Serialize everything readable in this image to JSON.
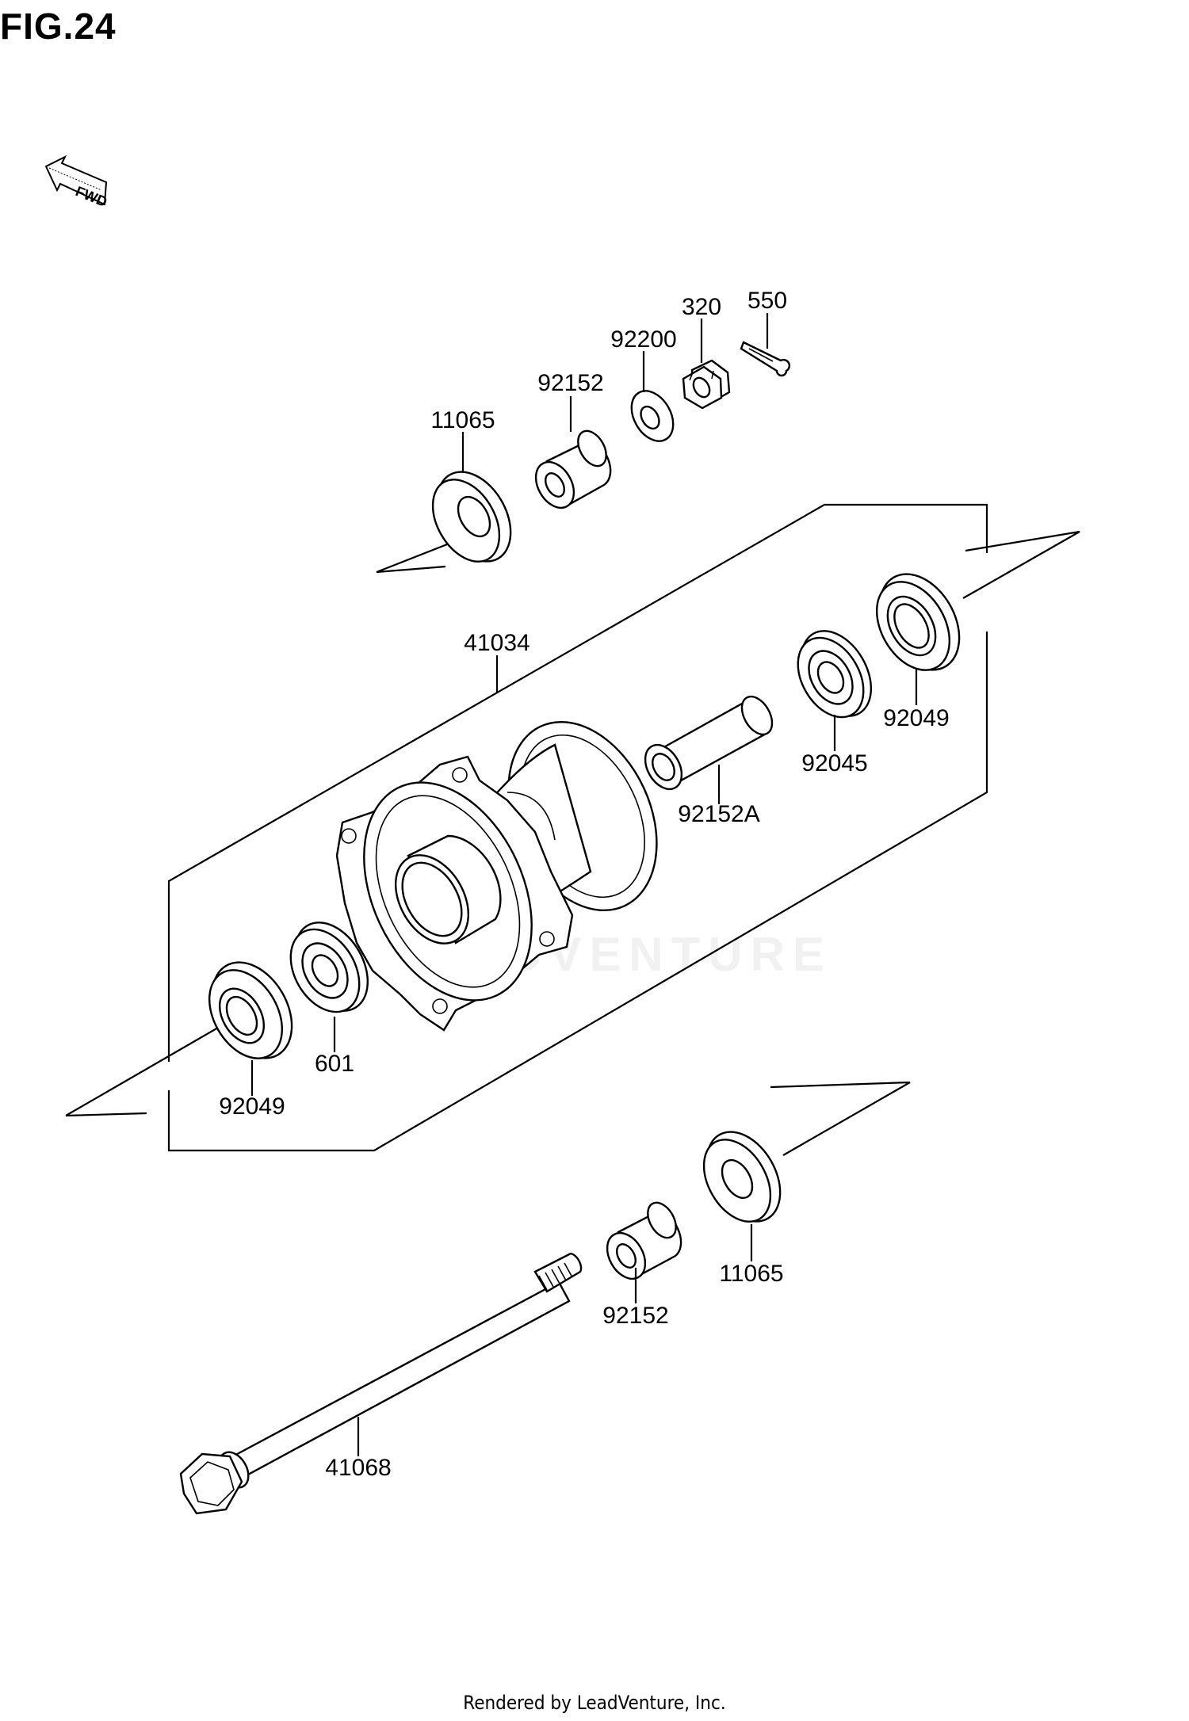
{
  "figure": {
    "title": "FIG.24",
    "fwd_label": "FWD"
  },
  "footer": {
    "text": "Rendered by LeadVenture, Inc."
  },
  "watermark": {
    "text": "LEADVENTURE"
  },
  "callouts": {
    "c_11065_top": "11065",
    "c_92152_top": "92152",
    "c_92200": "92200",
    "c_320": "320",
    "c_550": "550",
    "c_41034": "41034",
    "c_92152A": "92152A",
    "c_92045": "92045",
    "c_92049_right": "92049",
    "c_601": "601",
    "c_92049_left": "92049",
    "c_11065_bottom": "11065",
    "c_92152_bottom": "92152",
    "c_41068": "41068"
  }
}
